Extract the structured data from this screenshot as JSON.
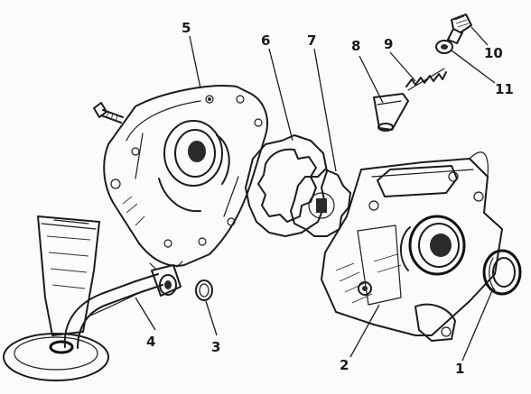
{
  "callouts": {
    "c1": "1",
    "c2": "2",
    "c3": "3",
    "c4": "4",
    "c5": "5",
    "c6": "6",
    "c7": "7",
    "c8": "8",
    "c9": "9",
    "c10": "10",
    "c11": "11"
  },
  "colors": {
    "ink": "#1c1c1c",
    "paper": "#fbfbf9"
  }
}
